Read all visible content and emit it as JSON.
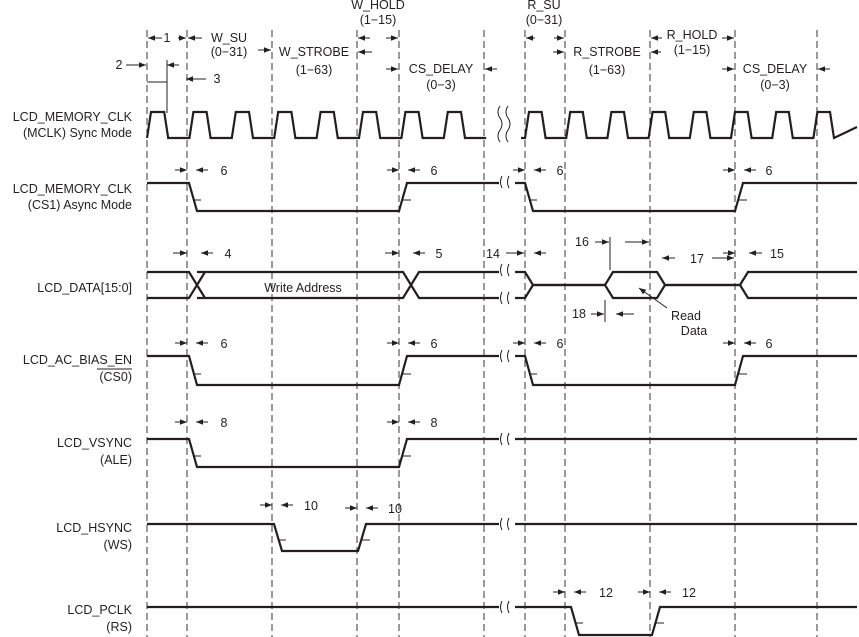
{
  "signals": [
    {
      "id": "mclk",
      "line1": "LCD_MEMORY_CLK",
      "line2": "(MCLK) Sync Mode"
    },
    {
      "id": "cs1",
      "line1": "LCD_MEMORY_CLK",
      "line2": "(CS1)  Async Mode"
    },
    {
      "id": "data",
      "line1": "LCD_DATA[15:0]",
      "line2": ""
    },
    {
      "id": "cs0",
      "line1": "LCD_AC_BIAS_EN",
      "line2": "(CS0)"
    },
    {
      "id": "vsync",
      "line1": "LCD_VSYNC",
      "line2": "(ALE)"
    },
    {
      "id": "hsync",
      "line1": "LCD_HSYNC",
      "line2": "(WS)"
    },
    {
      "id": "pclk",
      "line1": "LCD_PCLK",
      "line2": "(RS)"
    }
  ],
  "phases": {
    "w_su": "W_SU",
    "w_su_range": "(0−31)",
    "w_strobe": "W_STROBE",
    "w_strobe_range": "(1−63)",
    "w_hold": "W_HOLD",
    "w_hold_range": "(1−15)",
    "cs_delay": "CS_DELAY",
    "cs_delay_range": "(0−3)",
    "r_su": "R_SU",
    "r_su_range": "(0−31)",
    "r_strobe": "R_STROBE",
    "r_strobe_range": "(1−63)",
    "r_hold": "R_HOLD",
    "r_hold_range": "(1−15)",
    "cs_delay2": "CS_DELAY",
    "cs_delay2_range": "(0−3)"
  },
  "data_labels": {
    "write_address": "Write Address",
    "read_line1": "Read",
    "read_line2": "Data"
  },
  "params": {
    "p1": "1",
    "p2": "2",
    "p3": "3",
    "p4": "4",
    "p5": "5",
    "p6a": "6",
    "p6b": "6",
    "p6c": "6",
    "p6d": "6",
    "p6e": "6",
    "p6f": "6",
    "p6g": "6",
    "p6h": "6",
    "p8a": "8",
    "p8b": "8",
    "p10a": "10",
    "p10b": "10",
    "p12a": "12",
    "p12b": "12",
    "p14": "14",
    "p15": "15",
    "p16": "16",
    "p17": "17",
    "p18": "18"
  }
}
